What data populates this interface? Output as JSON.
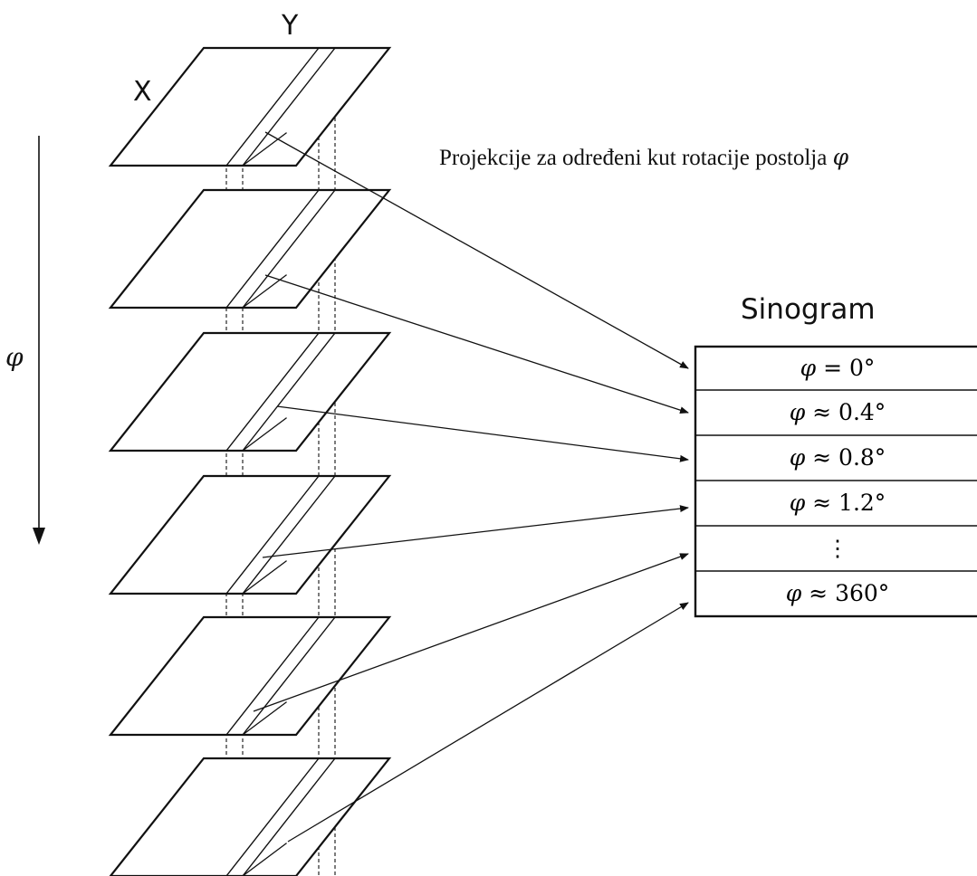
{
  "labels": {
    "x_axis": "X",
    "y_axis": "Y",
    "phi_symbol": "φ",
    "caption": "Projekcije za određeni kut rotacije postolja ",
    "caption_symbol": "φ",
    "sinogram_title": "Sinogram"
  },
  "sinogram": {
    "rows": [
      {
        "symbol": "φ",
        "rel": "=",
        "value": "0°"
      },
      {
        "symbol": "φ",
        "rel": "≈",
        "value": "0.4°"
      },
      {
        "symbol": "φ",
        "rel": "≈",
        "value": "0.8°"
      },
      {
        "symbol": "φ",
        "rel": "≈",
        "value": "1.2°"
      },
      {
        "symbol": "",
        "rel": "",
        "value": "⋮"
      },
      {
        "symbol": "φ",
        "rel": "≈",
        "value": "360°"
      }
    ]
  },
  "colors": {
    "stroke": "#111111",
    "background": "#ffffff"
  }
}
